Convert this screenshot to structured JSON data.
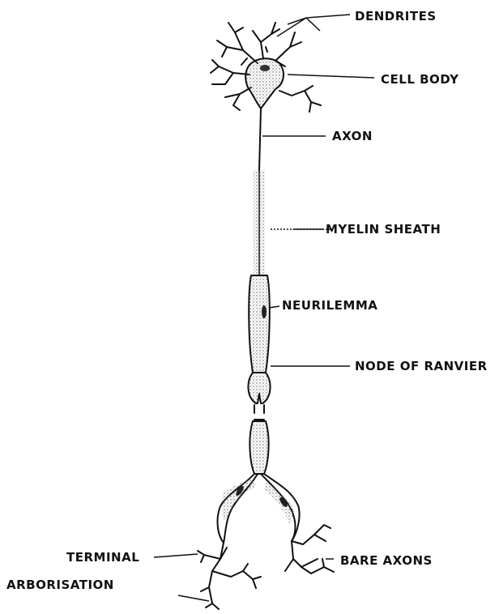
{
  "labels": {
    "dendrites": "DENDRITES",
    "cell_body": "CELL BODY",
    "axon": "AXON",
    "myelin_sheath": "MYELIN  SHEATH",
    "neurilemma": "NEURILEMMA",
    "node_of_ranvier": "NODE  OF  RANVIER",
    "terminal": "TERMINAL",
    "arborisation": "ARBORISATION",
    "bare_axons": "BARE  AXONS"
  },
  "colors": {
    "ink": "#111111",
    "stipple": "#555555",
    "background": "#ffffff"
  }
}
